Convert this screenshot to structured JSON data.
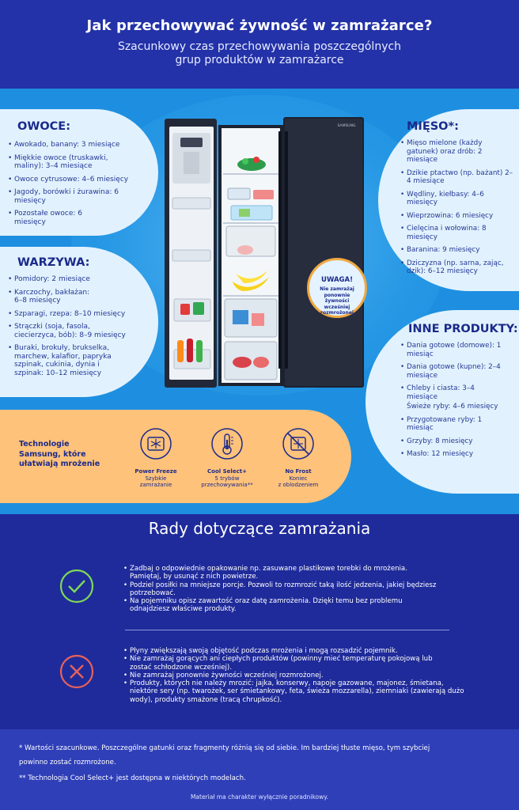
{
  "header": {
    "title": "Jak przechowywać żywność w zamrażarce?",
    "subtitle_line1": "Szacunkowy czas przechowywania poszczególnych",
    "subtitle_line2": "grup produktów w zamrażarce"
  },
  "owoce": {
    "title": "OWOCE:",
    "items": [
      "Awokado, banany: 3 miesiące",
      "Miękkie owoce (truskawki, maliny): 3–4 miesiące",
      "Owoce cytrusowe: 4–6 miesięcy",
      "Jagody, borówki i żurawina: 6 miesięcy",
      "Pozostałe owoce: 6 miesięcy"
    ]
  },
  "warzywa": {
    "title": "WARZYWA:",
    "items": [
      "Pomidory: 2 miesiące",
      "Karczochy, bakłażan: 6–8 miesięcy",
      "Szparagi, rzepa: 8–10 miesięcy",
      "Strączki (soja, fasola, ciecierzyca, bób): 8–9 miesięcy",
      "Buraki, brokuły, brukselka, marchew, kalafior, papryka szpinak, cukinia, dynia i szpinak: 10–12 miesięcy"
    ]
  },
  "mieso": {
    "title": "MIĘSO*:",
    "items": [
      "Mięso mielone (każdy gatunek) oraz drób: 2 miesiące",
      "Dzikie ptactwo (np. bażant) 2–4 miesiące",
      "Wędliny, kiełbasy: 4–6 miesięcy",
      "Wieprzowina: 6 miesięcy",
      "Cielęcina i wołowina: 8 miesięcy",
      "Baranina: 9 miesięcy",
      "Dziczyzna (np. sarna, zając, dzik): 6–12 miesięcy"
    ]
  },
  "inne": {
    "title": "INNE PRODUKTY:",
    "items": [
      "Dania gotowe (domowe): 1 miesiąc",
      "Dania gotowe (kupne): 2–4 miesiące",
      "Chleby i ciasta: 3–4 miesiące",
      "Świeże ryby: 4–6 miesięcy",
      "Przygotowane ryby: 1 miesiąc",
      "Grzyby: 8 miesięcy",
      "Masło: 12 miesięcy"
    ]
  },
  "fridge": {
    "brand": "SAMSUNG"
  },
  "uwaga": {
    "title": "UWAGA!",
    "text": "Nie zamrażaj ponownie żywności wcześniej rozmrożonej"
  },
  "tech": {
    "label_line1": "Technologie",
    "label_line2": "Samsung, które",
    "label_line3": "ułatwiają mrożenie",
    "items": [
      {
        "name": "Power Freeze",
        "desc1": "Szybkie",
        "desc2": "zamrażanie",
        "icon": "snowflake-icon"
      },
      {
        "name": "Cool Select+",
        "desc1": "5 trybów",
        "desc2": "przechowywania**",
        "icon": "thermometer-icon"
      },
      {
        "name": "No Frost",
        "desc1": "Koniec",
        "desc2": "z oblodzeniem",
        "icon": "no-frost-icon"
      }
    ]
  },
  "rady": {
    "title": "Rady dotyczące zamrażania",
    "do": [
      "Zadbaj o odpowiednie opakowanie np. zasuwane plastikowe torebki do mrożenia. Pamiętaj, by usunąć z nich powietrze.",
      "Podziel posiłki na mniejsze porcje. Pozwoli to rozmrozić taką ilość jedzenia, jakiej będziesz potrzebować.",
      "Na pojemniku opisz zawartość oraz datę zamrożenia. Dzięki temu bez problemu odnajdziesz właściwe produkty."
    ],
    "dont": [
      "Płyny zwiększają swoją objętość podczas mrożenia i mogą rozsadzić pojemnik.",
      "Nie zamrażaj gorących ani ciepłych produktów (powinny mieć temperaturę pokojową lub zostać schłodzone wcześniej).",
      "Nie zamrażaj ponownie żywności wcześniej rozmrożonej.",
      "Produkty, których nie należy mrozić: jajka, konserwy, napoje gazowane, majonez, śmietana, niektóre sery (np. twarożek, ser śmietankowy, feta, świeża mozzarella), ziemniaki (zawierają dużo wody), produkty smażone (tracą chrupkość)."
    ]
  },
  "footer": {
    "note1_line1": "* Wartości szacunkowe. Poszczególne gatunki oraz fragmenty różnią się od siebie.  Im bardziej tłuste mięso, tym szybciej",
    "note1_line2": "powinno zostać rozmrożone.",
    "note2": "** Technologia Cool Select+ jest dostępna w niektórych modelach.",
    "disclaimer": "Materiał ma charakter wyłącznie poradnikowy."
  },
  "colors": {
    "navy": "#1f2b9a",
    "sky": "#1e8fe0",
    "panel": "#e1f2fe",
    "orange": "#ffc27a",
    "check": "#7ed957",
    "cross": "#e8625a"
  }
}
